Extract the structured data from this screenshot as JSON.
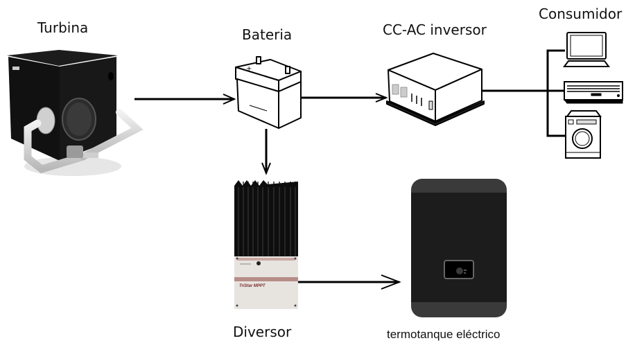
{
  "title": "Sistema de generación hidroeléctrica",
  "nodes": {
    "turbine": {
      "label": "Turbina"
    },
    "battery": {
      "label": "Bateria"
    },
    "inverter": {
      "label": "CC-AC inversor"
    },
    "consumer": {
      "label": "Consumidor",
      "devices": [
        "laptop",
        "air-conditioner",
        "washing-machine"
      ]
    },
    "diverter": {
      "label": "Diversor",
      "brand_text": "TriStar MPPT"
    },
    "water_heater": {
      "label": "termotanque eléctrico"
    }
  },
  "connections": [
    {
      "from": "turbine",
      "to": "battery"
    },
    {
      "from": "battery",
      "to": "inverter"
    },
    {
      "from": "inverter",
      "to": "consumer"
    },
    {
      "from": "battery",
      "to": "diverter"
    },
    {
      "from": "diverter",
      "to": "water_heater"
    }
  ]
}
